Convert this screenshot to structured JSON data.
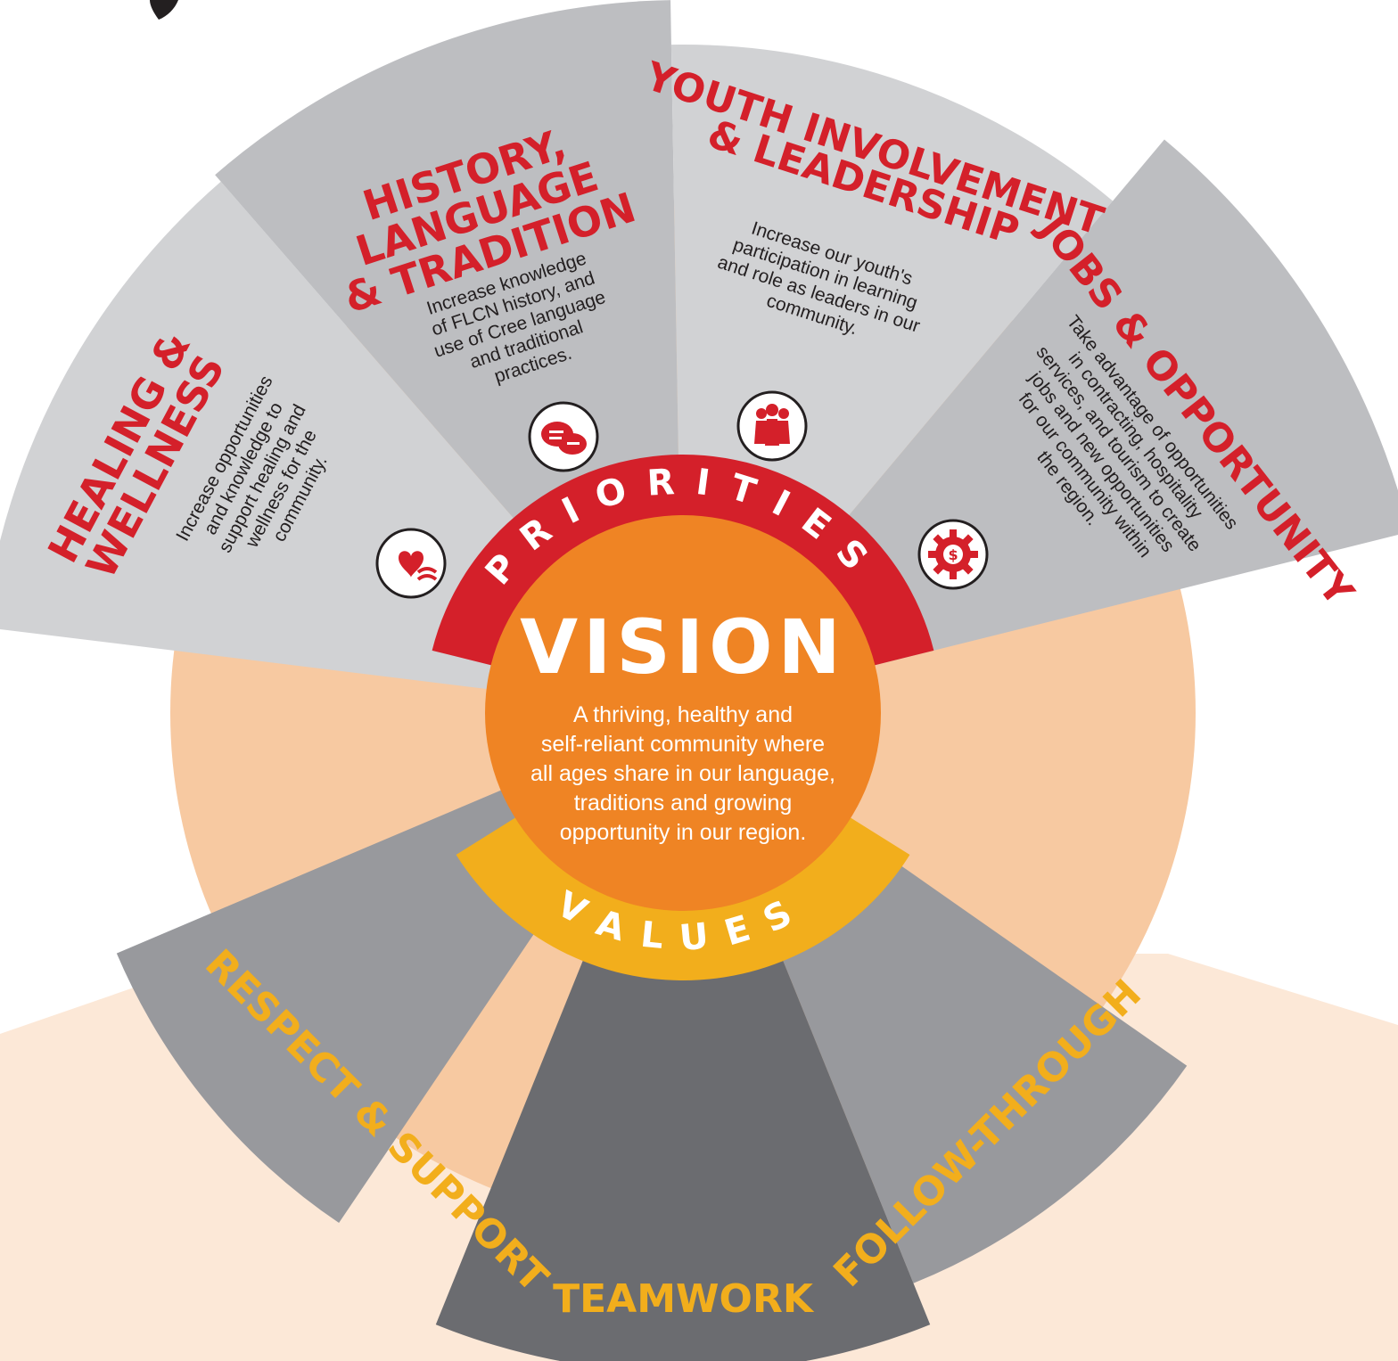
{
  "vision": {
    "title": "VISION",
    "lines": [
      "A thriving, healthy and",
      "self-reliant community where",
      "all ages share in our language,",
      "traditions and growing",
      "opportunity in our region."
    ]
  },
  "priorities_label": "PRIORITIES",
  "values_label": "VALUES",
  "priorities": [
    {
      "id": "healing",
      "title_lines": [
        "HEALING &",
        "WELLNESS"
      ],
      "desc_lines": [
        "Increase opportunities",
        "and knowledge to",
        "support healing and",
        "wellness for the",
        "community."
      ],
      "icon": "heart-wellness-icon"
    },
    {
      "id": "history",
      "title_lines": [
        "HISTORY,",
        "LANGUAGE",
        "& TRADITION"
      ],
      "desc_lines": [
        "Increase knowledge",
        "of FLCN history, and",
        "use of Cree language",
        "and traditional",
        "practices."
      ],
      "icon": "speech-bubbles-icon"
    },
    {
      "id": "youth",
      "title_lines": [
        "YOUTH INVOLVEMENT",
        "& LEADERSHIP"
      ],
      "desc_lines": [
        "Increase our youth's",
        "participation in learning",
        "and role as leaders in our",
        "community."
      ],
      "icon": "people-group-icon"
    },
    {
      "id": "jobs",
      "title_lines": [
        "JOBS & OPPORTUNITY"
      ],
      "desc_lines": [
        "Take advantage of opportunities",
        "in contracting, hospitality",
        "services, and tourism to create",
        "jobs and new opportunities",
        "for our community within",
        "the region."
      ],
      "icon": "dollar-gear-icon"
    }
  ],
  "values": [
    {
      "id": "respect",
      "label": "RESPECT & SUPPORT"
    },
    {
      "id": "teamwork",
      "label": "TEAMWORK"
    },
    {
      "id": "follow",
      "label": "FOLLOW-THROUGH"
    }
  ],
  "colors": {
    "priority_red": "#d4202a",
    "values_yellow": "#f2ae1c",
    "vision_orange": "#ef8424",
    "light_grey": "#d1d2d4",
    "mid_grey": "#bdbec1",
    "value_grey": "#98999d",
    "dark_grey": "#6b6c70",
    "peach": "#f7c9a1",
    "cream": "#fce8d7",
    "title_red": "#d4202a",
    "body_dark": "#231f20"
  }
}
